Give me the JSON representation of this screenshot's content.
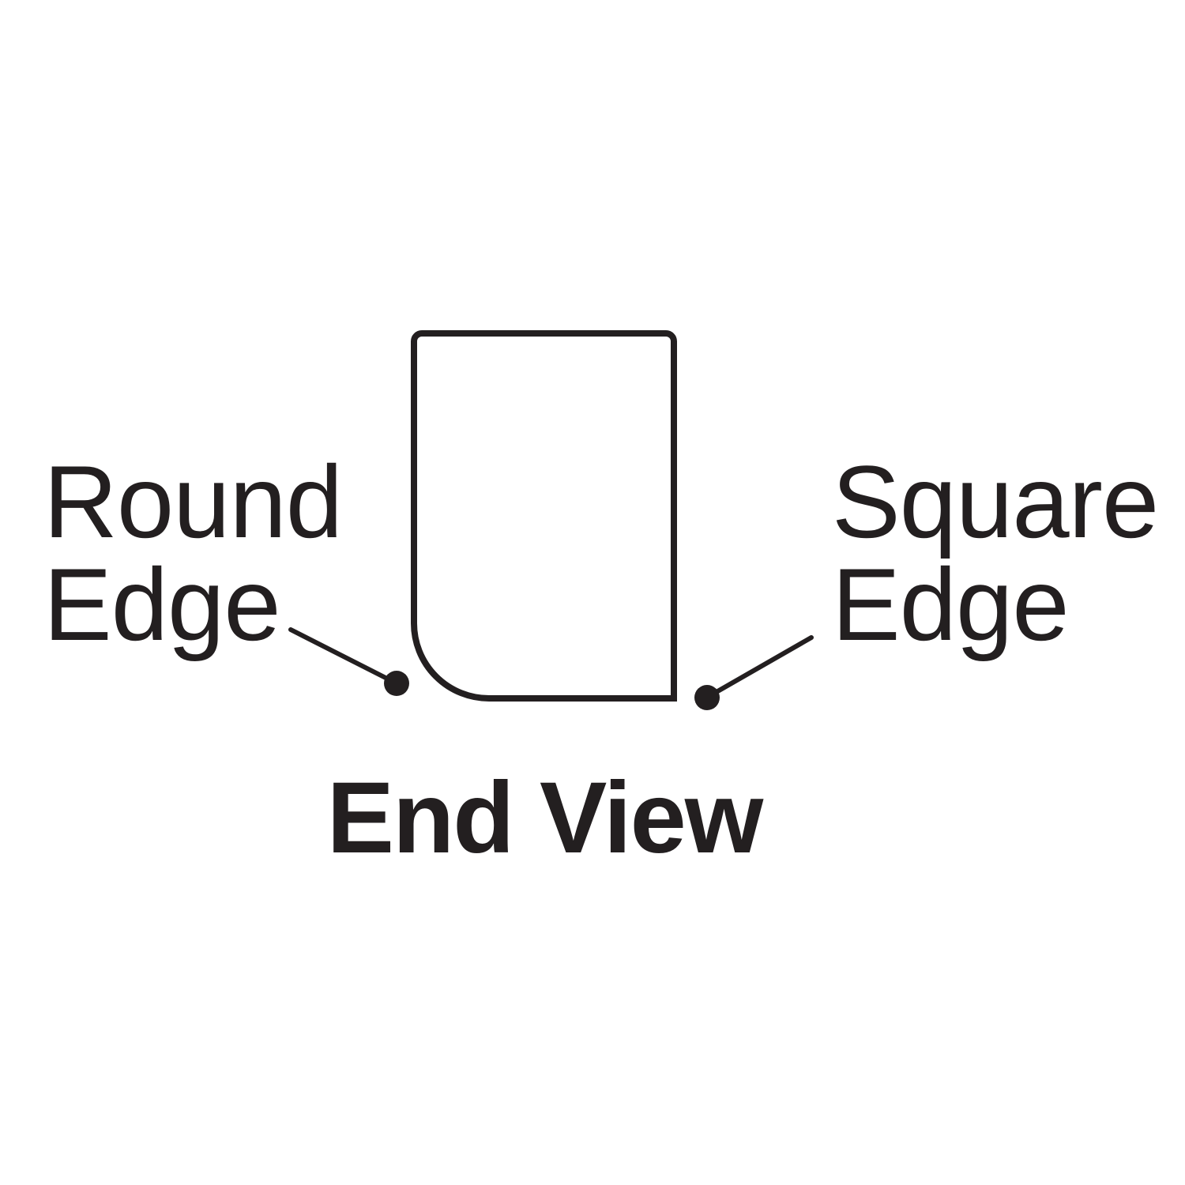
{
  "diagram": {
    "title": "End View",
    "ink_color": "#231f20",
    "labels": {
      "round_edge": "Round\nEdge",
      "square_edge": "Square\nEdge"
    }
  }
}
